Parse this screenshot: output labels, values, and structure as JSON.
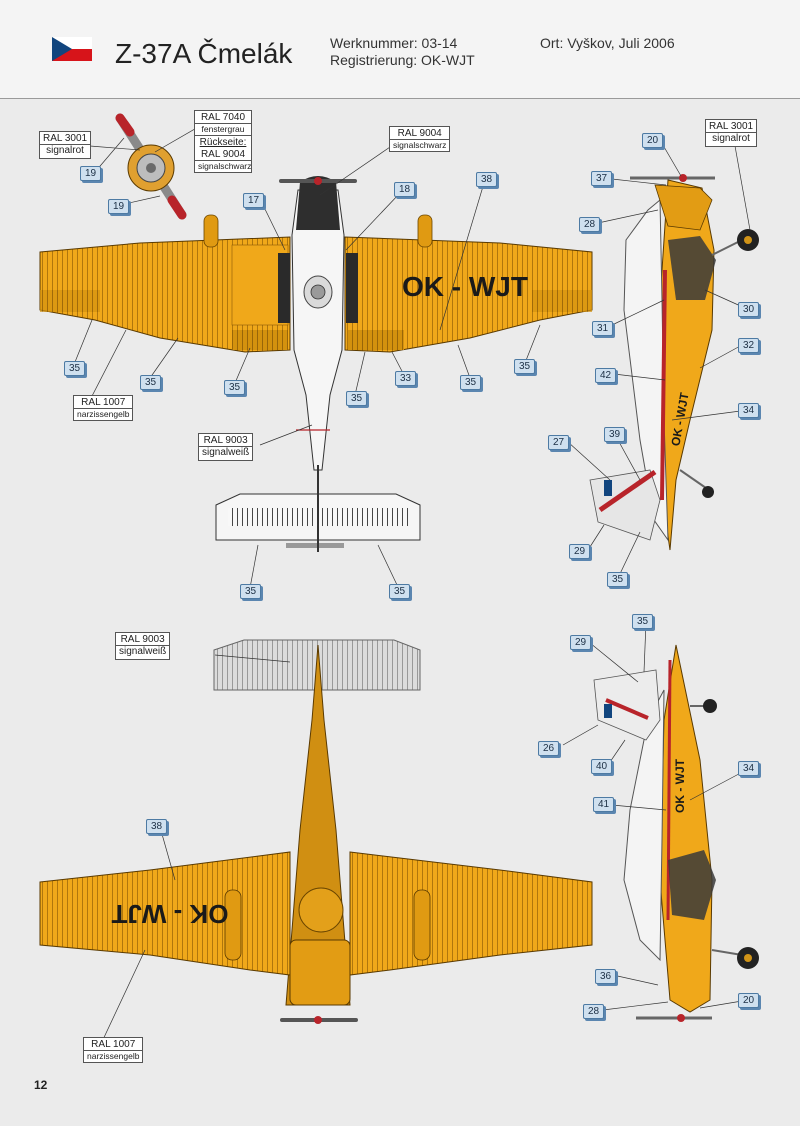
{
  "header": {
    "title": "Z-37A Čmelák",
    "werknummer": "Werknummer: 03-14",
    "registrierung": "Registrierung: OK-WJT",
    "ort": "Ort: Vyškov, Juli 2006",
    "flag_colors": [
      "#ffffff",
      "#d7141a",
      "#11457e"
    ]
  },
  "colors": {
    "yellow": "#f0a81a",
    "yellow_dark": "#c98a10",
    "white": "#f6f6f6",
    "black": "#2a2a2a",
    "red": "#b8242a",
    "grey": "#cfd2d4"
  },
  "registration_marking": "OK - WJT",
  "registration_marking_bottom": "OK - WJT",
  "registration_marking_side": "OK - WJT",
  "ral_labels": {
    "r3001_top": {
      "code": "RAL 3001",
      "name": "signalrot"
    },
    "r7040": {
      "code": "RAL 7040",
      "name": "fenstergrau"
    },
    "rueckseite": "Rückseite:",
    "r9004_prop": {
      "code": "RAL 9004",
      "name": "signalschwarz"
    },
    "r9004_nose": {
      "code": "RAL 9004",
      "name": "signalschwarz"
    },
    "r3001_side": {
      "code": "RAL 3001",
      "name": "signalrot"
    },
    "r1007_top": {
      "code": "RAL 1007",
      "name": "narzissengelb"
    },
    "r9003_top": {
      "code": "RAL 9003",
      "name": "signalweiß"
    },
    "r9003_bottom": {
      "code": "RAL 9003",
      "name": "signalweiß"
    },
    "r1007_bottom": {
      "code": "RAL 1007",
      "name": "narzissengelb"
    }
  },
  "badges": {
    "b19a": "19",
    "b19b": "19",
    "b17": "17",
    "b18": "18",
    "b38a": "38",
    "b35_1": "35",
    "b35_2": "35",
    "b35_3": "35",
    "b33": "33",
    "b35_4": "35",
    "b35_5": "35",
    "b35_6": "35",
    "b35_7": "35",
    "b35_8": "35",
    "b20a": "20",
    "b37": "37",
    "b28a": "28",
    "b30": "30",
    "b31": "31",
    "b32": "32",
    "b42": "42",
    "b34a": "34",
    "b27": "27",
    "b39": "39",
    "b29a": "29",
    "b35_9": "35",
    "b35_10": "35",
    "b29b": "29",
    "b26": "26",
    "b40": "40",
    "b34b": "34",
    "b41": "41",
    "b38b": "38",
    "b36": "36",
    "b28b": "28",
    "b20b": "20"
  },
  "page_number": "12"
}
